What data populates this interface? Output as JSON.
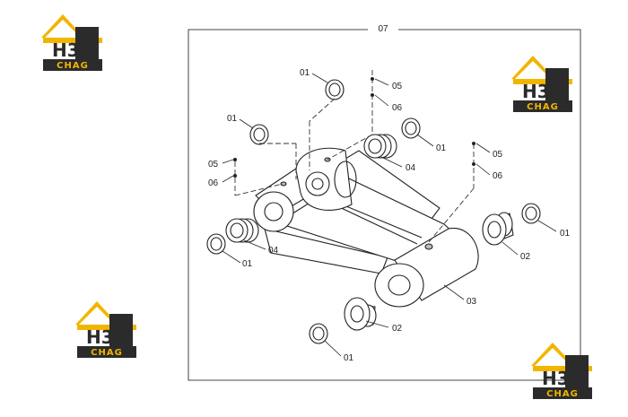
{
  "diagram": {
    "group_label": "07",
    "callouts": [
      {
        "id": "c01a",
        "label": "01"
      },
      {
        "id": "c05a",
        "label": "05"
      },
      {
        "id": "c06a",
        "label": "06"
      },
      {
        "id": "c01b",
        "label": "01"
      },
      {
        "id": "c01c",
        "label": "01"
      },
      {
        "id": "c04a",
        "label": "04"
      },
      {
        "id": "c05b",
        "label": "05"
      },
      {
        "id": "c06b",
        "label": "06"
      },
      {
        "id": "c05c",
        "label": "05"
      },
      {
        "id": "c06c",
        "label": "06"
      },
      {
        "id": "c01d",
        "label": "01"
      },
      {
        "id": "c04b",
        "label": "04"
      },
      {
        "id": "c01e",
        "label": "01"
      },
      {
        "id": "c02a",
        "label": "02"
      },
      {
        "id": "c03",
        "label": "03"
      },
      {
        "id": "c02b",
        "label": "02"
      },
      {
        "id": "c01f",
        "label": "01"
      }
    ]
  },
  "watermark": {
    "brand": "H3",
    "sub": "CHAG",
    "colors": {
      "roof": "#f1b500",
      "dark": "#2b2b2b",
      "gold": "#f1b500"
    }
  }
}
